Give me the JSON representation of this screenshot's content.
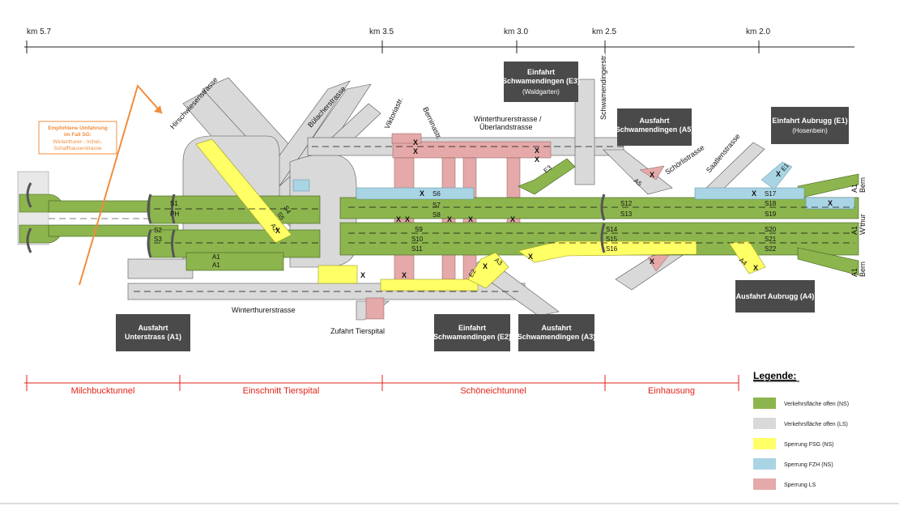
{
  "km_marks": [
    "km 5.7",
    "km 3.5",
    "km 3.0",
    "km 2.5",
    "km 2.0"
  ],
  "boxes": {
    "e3": {
      "title": "Einfahrt\nSchwamendingen (E3)",
      "sub": "(Waldgarten)"
    },
    "a5": {
      "title": "Ausfahrt\nSchwamendingen (A5)"
    },
    "e1": {
      "title": "Einfahrt Aubrugg (E1)",
      "sub": "(Hosenbein)"
    },
    "a1": {
      "title": "Ausfahrt\nUnterstrass (A1)"
    },
    "e2": {
      "title": "Einfahrt\nSchwamendingen (E2)"
    },
    "a3": {
      "title": "Ausfahrt\nSchwamendingen (A3)"
    },
    "a4": {
      "title": "Ausfahrt Aubrugg (A4)"
    }
  },
  "streets": {
    "hirschwiesen": "Hirschwiesenstrasse",
    "buelacher": "Bülacherstrasse",
    "viktoria": "Viktoriastr.",
    "bernina": "Berninastr.",
    "winterthurer_top": "Winterthurerstrasse /",
    "ueberland": "Überlandstrasse",
    "schwamendinger": "Schwamendingerstr.",
    "schoerli": "Schörlistrasse",
    "saatlen": "Saatlenstrasse",
    "winterthurer_bottom": "Winterthurerstrasse",
    "tierspital": "Zufahrt Tierspital"
  },
  "note": {
    "title": "Empfohlene Umfahrung\nim Fall SG:",
    "body": "Winterthurer-, Irchel-,\nSchaffhauserstrasse"
  },
  "lane_labels": {
    "S1": "S1",
    "PH": "PH",
    "S2": "S2",
    "S3": "S3",
    "A1a": "A1",
    "A1b": "A1",
    "A2": "A2",
    "S4": "S4",
    "S5": "S5",
    "S6": "S6",
    "S7": "S7",
    "S8": "S8",
    "S9": "S9",
    "S10": "S10",
    "S11": "S11",
    "E2": "E2",
    "A3": "A3",
    "E3": "E3",
    "A5": "A5",
    "E1": "E1",
    "S12": "S12",
    "S13": "S13",
    "S14": "S14",
    "S15": "S15",
    "S16": "S16",
    "S17": "S17",
    "S18": "S18",
    "S19": "S19",
    "S20": "S20",
    "S21": "S21",
    "S22": "S22",
    "A4": "A4"
  },
  "directions": {
    "bern_top": "A1\nBern",
    "wthur": "A1\nW'thur",
    "bern_bottom": "A1\nBern"
  },
  "sections": [
    "Milchbucktunnel",
    "Einschnitt Tierspital",
    "Schöneichtunnel",
    "Einhausung"
  ],
  "legend": {
    "title": "Legende:",
    "items": [
      {
        "label": "Verkehrsfläche offen (NS)",
        "color": "#8db54e"
      },
      {
        "label": "Verkehrsfläche offen (LS)",
        "color": "#d9d9d9"
      },
      {
        "label": "Sperrung FSG (NS)",
        "color": "#ffff66"
      },
      {
        "label": "Sperrung FZH (NS)",
        "color": "#a9d4e4"
      },
      {
        "label": "Sperrung LS",
        "color": "#e5a9a9"
      }
    ]
  },
  "colors": {
    "green": "#8db54e",
    "grey": "#d9d9d9",
    "yellow": "#ffff66",
    "blue": "#a9d4e4",
    "pink": "#e5a9a9",
    "box": "#4a4a4a",
    "section": "#e2231a",
    "orange": "#f08c3c"
  }
}
